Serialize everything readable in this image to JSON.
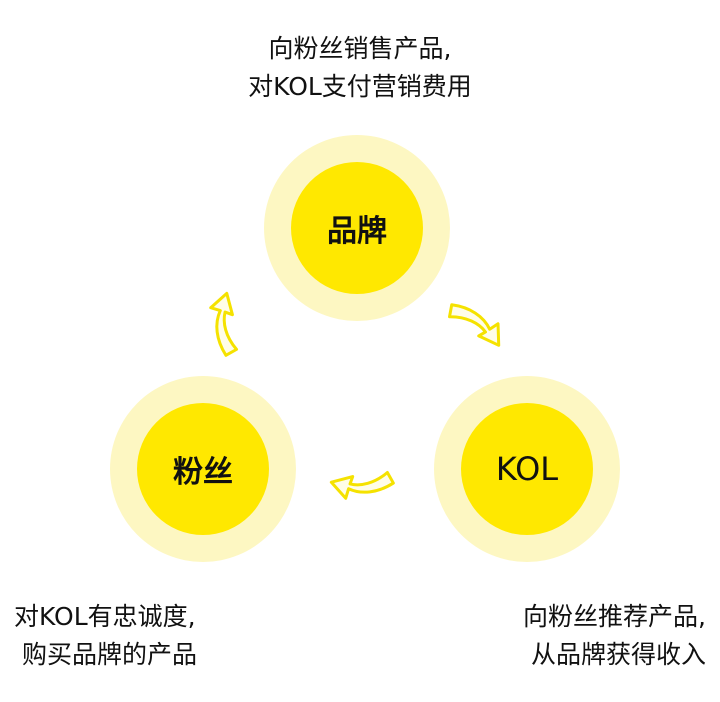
{
  "colors": {
    "inner": "#ffe800",
    "outer": "#fdf7c2",
    "arrow_stroke": "#f5e200",
    "text": "#111111"
  },
  "nodes": [
    {
      "id": "brand",
      "label": "品牌"
    },
    {
      "id": "fans",
      "label": "粉丝"
    },
    {
      "id": "kol",
      "label": "KOL"
    }
  ],
  "captions": {
    "brand": [
      "向粉丝销售产品,",
      "对KOL支付营销费用"
    ],
    "fans": [
      "对KOL有忠诚度,",
      " 购买品牌的产品"
    ],
    "kol": [
      "向粉丝推荐产品,",
      "从品牌获得收入"
    ]
  },
  "edges": [
    {
      "from": "fans",
      "to": "brand",
      "icon": "curved-arrow-icon"
    },
    {
      "from": "brand",
      "to": "kol",
      "icon": "curved-arrow-icon"
    },
    {
      "from": "kol",
      "to": "fans",
      "icon": "curved-arrow-icon"
    }
  ]
}
